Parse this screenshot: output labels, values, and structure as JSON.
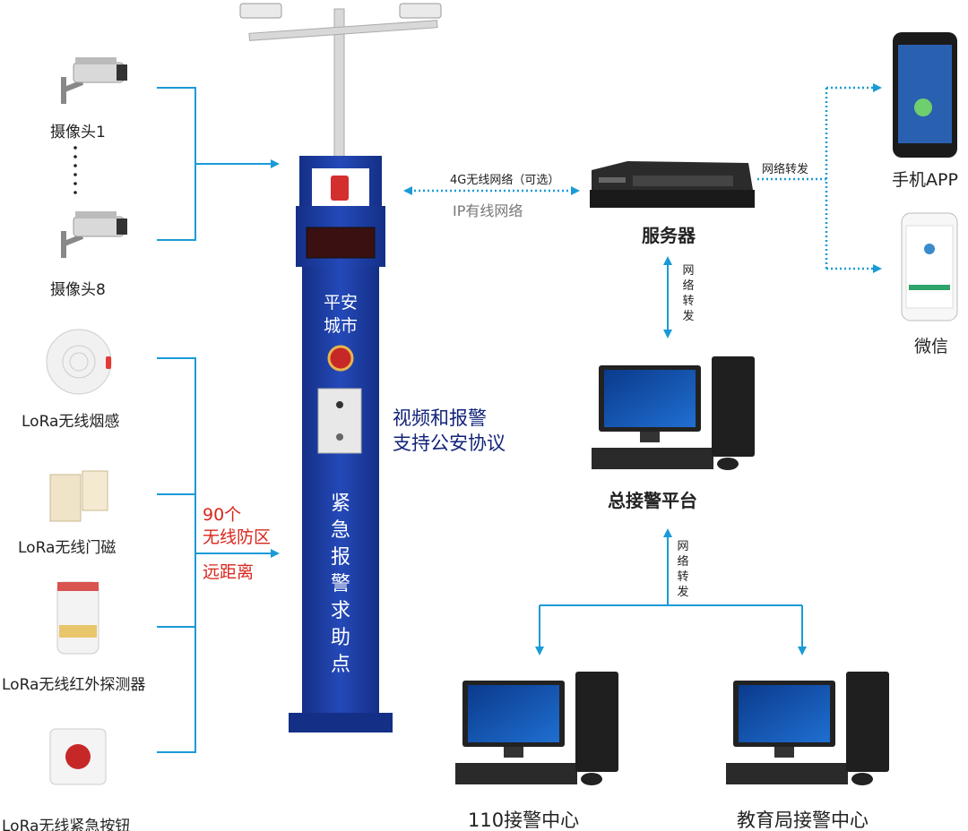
{
  "cameras": {
    "top_label": "摄像头1",
    "bottom_label": "摄像头8"
  },
  "sensors": [
    {
      "label": "LoRa无线烟感"
    },
    {
      "label": "LoRa无线门磁"
    },
    {
      "label": "LoRa无线红外探测器"
    },
    {
      "label": "LoRa无线紧急按钮"
    }
  ],
  "zone_note": {
    "line1": "90个",
    "line2": "无线防区",
    "line3": "远距离"
  },
  "pole": {
    "sign_line1": "平安",
    "sign_line2": "城市",
    "vertical_text": [
      "紧",
      "急",
      "报",
      "警",
      "求",
      "助",
      "点"
    ]
  },
  "protocol_note": {
    "line1": "视频和报警",
    "line2": "支持公安协议"
  },
  "link": {
    "upper": "4G无线网络（可选）",
    "lower": "IP有线网络"
  },
  "server": {
    "label": "服务器"
  },
  "forward": {
    "horizontal": "网络转发",
    "vertical": [
      "网",
      "络",
      "转",
      "发"
    ]
  },
  "apps": {
    "mobile": "手机APP",
    "wechat": "微信"
  },
  "platform": {
    "label": "总接警平台"
  },
  "centers": {
    "left": "110接警中心",
    "right": "教育局接警中心"
  },
  "colors": {
    "wire": "#1a9bd7",
    "pole": "#1d3ea6",
    "alert_text": "#d9261c",
    "note_text": "#12237a"
  }
}
